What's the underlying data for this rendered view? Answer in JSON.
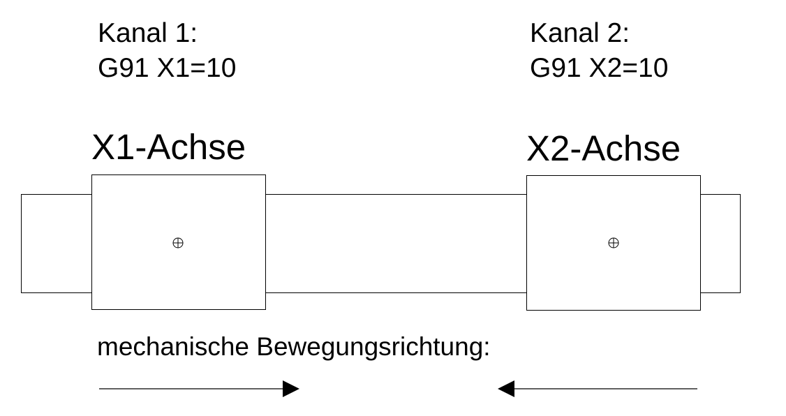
{
  "channel1": {
    "title": "Kanal 1:",
    "command": "G91 X1=10"
  },
  "channel2": {
    "title": "Kanal 2:",
    "command": "G91 X2=10"
  },
  "axes": [
    {
      "label": "X1-Achse",
      "motion_direction": "right"
    },
    {
      "label": "X2-Achse",
      "motion_direction": "left"
    }
  ],
  "motion_label": "mechanische Bewegungsrichtung:"
}
